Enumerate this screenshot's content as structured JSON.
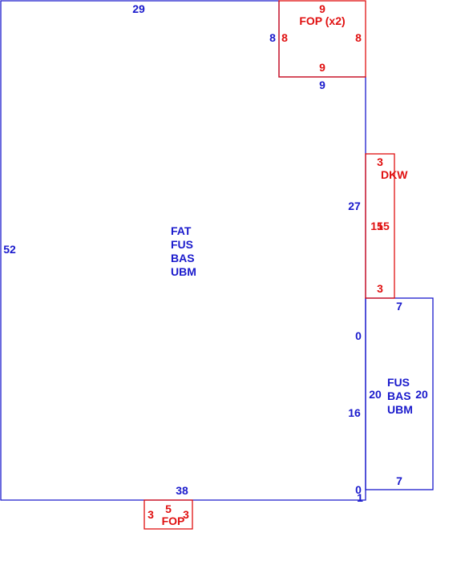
{
  "colors": {
    "blue": "#1a1acc",
    "red": "#e01010",
    "background": "#ffffff"
  },
  "main_area": {
    "codes": [
      "FAT",
      "FUS",
      "BAS",
      "UBM"
    ],
    "dim_top": "29",
    "dim_left": "52",
    "dim_bottom": "38",
    "dim_right_upper": "27",
    "dim_right_mid": "0",
    "dim_right_lower": "16",
    "dim_corner_a": "0",
    "dim_corner_b": "1"
  },
  "notch": {
    "dim_left": "8",
    "dim_bottom": "9"
  },
  "fop_top": {
    "name": "FOP (x2)",
    "dim_top": "9",
    "dim_left": "8",
    "dim_right": "8",
    "dim_bottom": "9"
  },
  "dkw": {
    "name": "DKW",
    "dim_top": "3",
    "dim_left": "15",
    "dim_right": "15",
    "dim_bottom": "3"
  },
  "side_room": {
    "codes": [
      "FUS",
      "BAS",
      "UBM"
    ],
    "dim_top": "7",
    "dim_left": "20",
    "dim_right": "20",
    "dim_bottom": "7"
  },
  "fop_bottom": {
    "name": "FOP",
    "dim_top": "5",
    "dim_left": "3",
    "dim_right": "3"
  }
}
